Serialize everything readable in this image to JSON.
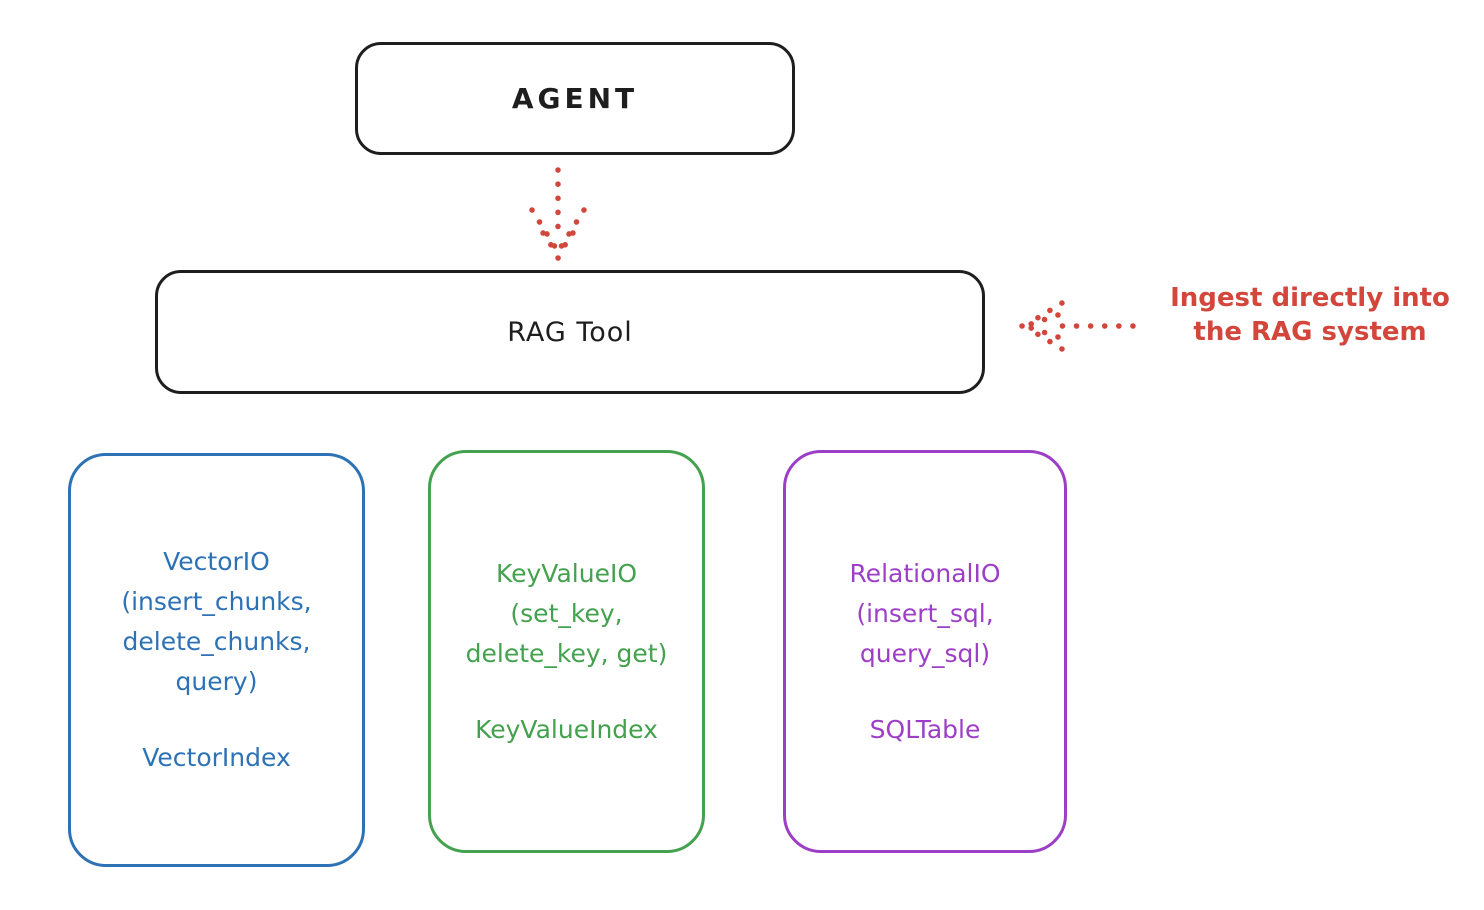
{
  "diagram": {
    "agent": {
      "label": "AGENT"
    },
    "rag_tool": {
      "label": "RAG Tool"
    },
    "annotation": {
      "line1": "Ingest directly into",
      "line2": "the RAG system"
    },
    "storage_boxes": [
      {
        "id": "vector-io",
        "color": "#2e72b6",
        "lines": [
          "VectorIO",
          "(insert_chunks,",
          "delete_chunks,",
          "query)"
        ],
        "index_label": "VectorIndex"
      },
      {
        "id": "key-value-io",
        "color": "#44a14e",
        "lines": [
          "KeyValueIO",
          "(set_key,",
          "delete_key, get)"
        ],
        "index_label": "KeyValueIndex"
      },
      {
        "id": "relational-io",
        "color": "#9c3fc6",
        "lines": [
          "RelationalIO",
          "(insert_sql,",
          "query_sql)"
        ],
        "index_label": "SQLTable"
      }
    ],
    "colors": {
      "stroke": "#1e1e1e",
      "accent_red": "#d2463c",
      "blue": "#2e72b6",
      "green": "#44a14e",
      "purple": "#9c3fc6"
    }
  }
}
